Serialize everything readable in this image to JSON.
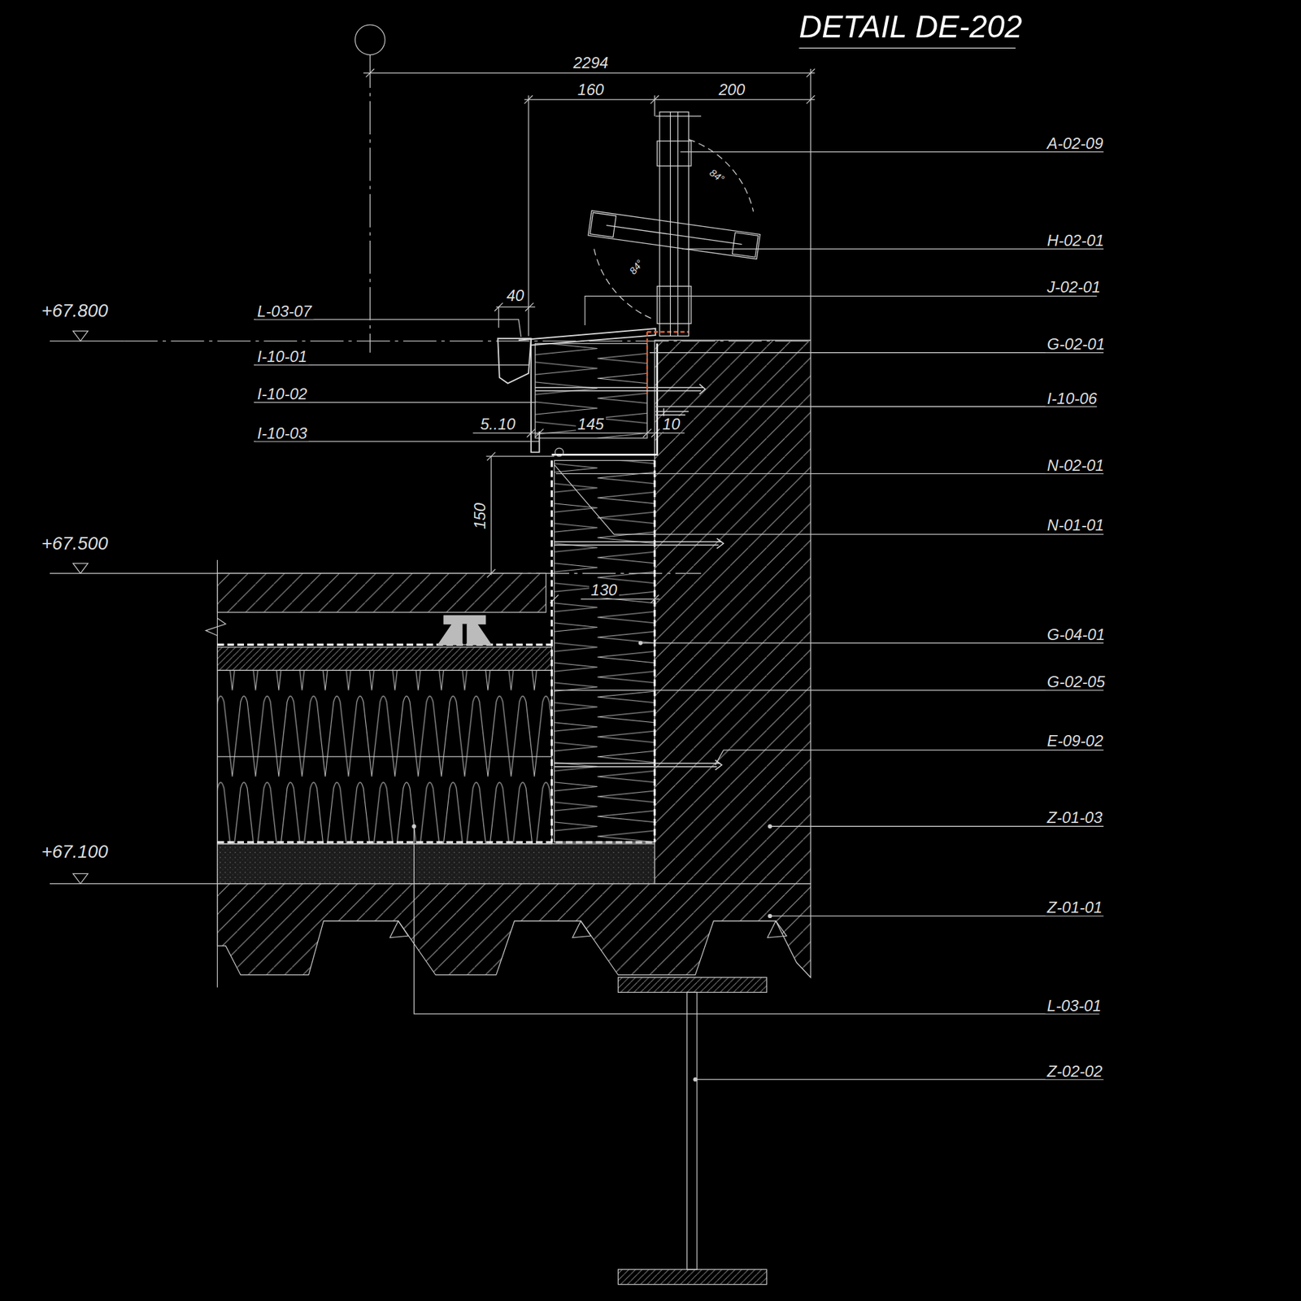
{
  "diagram": {
    "title": "DETAIL DE-202",
    "labels": [
      "2294",
      "160",
      "200",
      "84°",
      "84°",
      "40",
      "+67.800",
      "L-03-07",
      "I-10-01",
      "I-10-02",
      "I-10-03",
      "5..10",
      "145",
      "10",
      "150",
      "+67.500",
      "130",
      "+67.100",
      "A-02-09",
      "H-02-01",
      "J-02-01",
      "G-02-01",
      "I-10-06",
      "N-02-01",
      "N-01-01",
      "G-04-01",
      "G-02-05",
      "E-09-02",
      "Z-01-03",
      "Z-01-01",
      "L-03-01",
      "Z-02-02"
    ]
  }
}
